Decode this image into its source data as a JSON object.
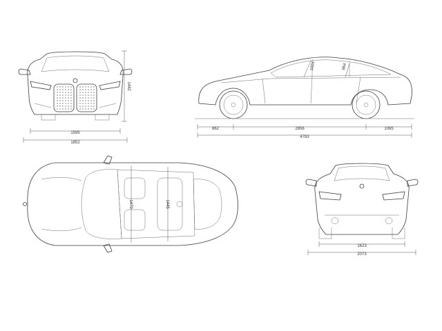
{
  "front_view": {
    "track_label": "1595",
    "width_label": "1852",
    "height_label": "1442"
  },
  "side_view": {
    "front_overhang_label": "862",
    "wheelbase_label": "2856",
    "rear_overhang_label": "1065",
    "length_label": "4783",
    "front_headroom_label": "1024",
    "rear_headroom_label": "964"
  },
  "top_view": {
    "front_shoulder_label": "1470",
    "rear_shoulder_label": "1445"
  },
  "rear_view": {
    "track_label": "1623",
    "width_mirrors_label": "2073"
  },
  "colors": {
    "line": "#3a3a3a",
    "dimension": "#555555",
    "background": "#ffffff"
  }
}
